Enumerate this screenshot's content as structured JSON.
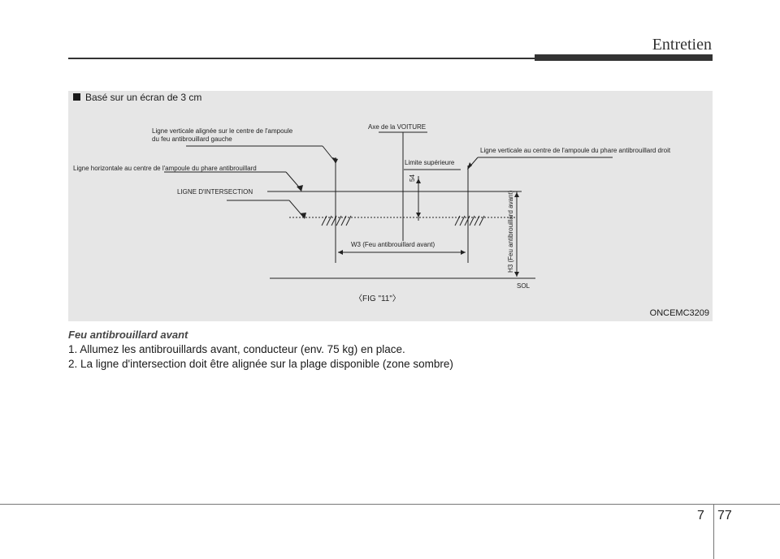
{
  "header": {
    "title": "Entretien"
  },
  "figure": {
    "note": "Basé sur un écran de 3 cm",
    "code": "ONCEMC3209",
    "caption": "〈FIG \"11\"〉",
    "labels": {
      "left_bulb_line_1": "Ligne verticale alignée sur le centre de l'ampoule",
      "left_bulb_line_2": "du feu antibrouillard gauche",
      "vehicle_axis": "Axe de la VOITURE",
      "horizontal_bulb_line": "Ligne horizontale au centre de l'ampoule du phare antibrouillard",
      "upper_limit": "Limite supérieure",
      "right_bulb_line": "Ligne verticale au centre de l'ampoule du phare antibrouillard droit",
      "cutoff_line": "LIGNE D'INTERSECTION",
      "dimension_54": "54",
      "w3": "W3 (Feu antibrouillard avant)",
      "h3": "H3 (Feu antibrouillard avant)",
      "ground": "SOL"
    }
  },
  "content": {
    "section_title": "Feu antibrouillard avant",
    "step1": "1. Allumez les antibrouillards avant, conducteur (env. 75 kg) en place.",
    "step2": "2. La ligne d'intersection doit être alignée sur la plage disponible (zone sombre)"
  },
  "footer": {
    "chapter": "7",
    "page": "77"
  }
}
